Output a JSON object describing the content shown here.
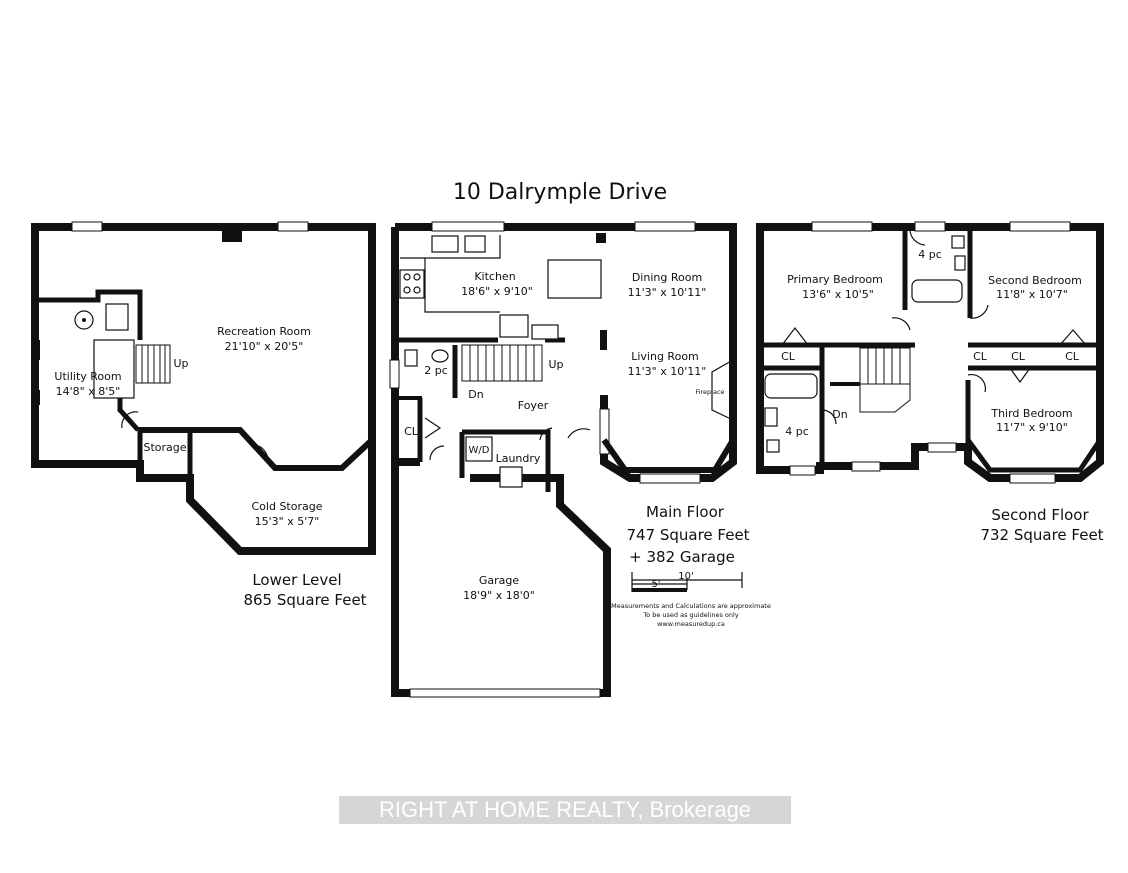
{
  "title": "10 Dalrymple Drive",
  "lower_level": {
    "name": "Lower Level",
    "area": "865 Square Feet",
    "rooms": [
      {
        "name": "Recreation Room",
        "dims": "21'10\" x 20'5\""
      },
      {
        "name": "Utility Room",
        "dims": "14'8\" x 8'5\""
      },
      {
        "name": "Storage",
        "dims": ""
      },
      {
        "name": "Cold Storage",
        "dims": "15'3\" x 5'7\""
      }
    ],
    "stair_label": "Up"
  },
  "main_floor": {
    "name": "Main Floor",
    "area": "747 Square Feet",
    "garage_area": "+ 382 Garage",
    "rooms": [
      {
        "name": "Kitchen",
        "dims": "18'6\" x 9'10\""
      },
      {
        "name": "Dining Room",
        "dims": "11'3\" x 10'11\""
      },
      {
        "name": "Living Room",
        "dims": "11'3\" x 10'11\""
      },
      {
        "name": "Foyer",
        "dims": ""
      },
      {
        "name": "Laundry",
        "dims": ""
      },
      {
        "name": "Garage",
        "dims": "18'9\" x 18'0\""
      }
    ],
    "labels": {
      "bath": "2 pc",
      "closet": "CL",
      "washer_dryer": "W/D",
      "fireplace": "Fireplace",
      "stair_up": "Up",
      "stair_down": "Dn"
    }
  },
  "second_floor": {
    "name": "Second Floor",
    "area": "732 Square Feet",
    "rooms": [
      {
        "name": "Primary Bedroom",
        "dims": "13'6\" x 10'5\""
      },
      {
        "name": "Second Bedroom",
        "dims": "11'8\" x 10'7\""
      },
      {
        "name": "Third Bedroom",
        "dims": "11'7\" x 9'10\""
      }
    ],
    "labels": {
      "ensuite_bath": "4 pc",
      "main_bath": "4 pc",
      "closet": "CL",
      "stair_down": "Dn"
    }
  },
  "scale": {
    "ten": "10'",
    "five": "5'"
  },
  "disclaimer": [
    "Measurements and Calculations are approximate",
    "To be used as guidelines only",
    "www.measuredup.ca"
  ],
  "watermark": "RIGHT AT HOME REALTY, Brokerage"
}
